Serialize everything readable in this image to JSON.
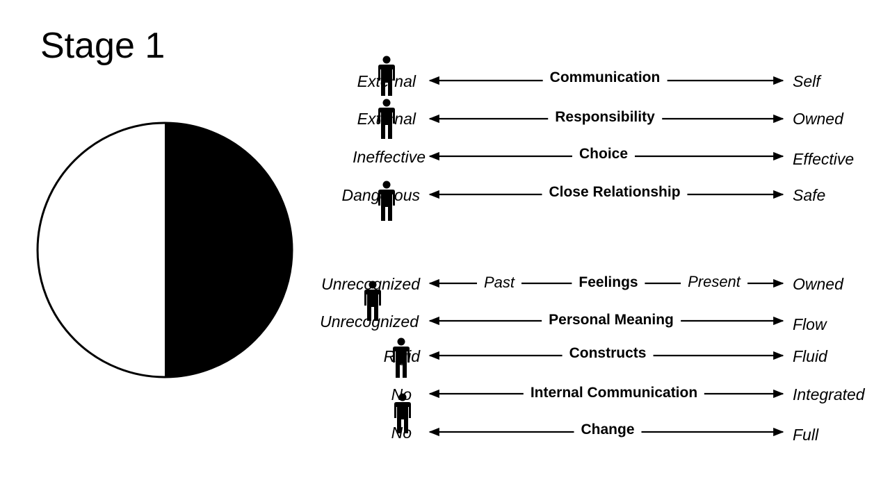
{
  "title": "Stage 1",
  "colors": {
    "fill": "#000000",
    "background": "#ffffff"
  },
  "scales": [
    {
      "left": "External",
      "center": "Communication",
      "right": "Self",
      "marker": "person-icon"
    },
    {
      "left": "External",
      "center": "Responsibility",
      "right": "Owned",
      "marker": "person-icon"
    },
    {
      "left": "Ineffective",
      "center": "Choice",
      "right": "Effective"
    },
    {
      "left": "Dangerous",
      "center": "Close Relationship",
      "right": "Safe",
      "marker": "person-icon"
    },
    {
      "left": "Unrecognized",
      "center": "Feelings",
      "right": "Owned",
      "mid_left": "Past",
      "mid_right": "Present",
      "marker": "person-icon"
    },
    {
      "left": "Unrecognized",
      "center": "Personal Meaning",
      "right": "Flow"
    },
    {
      "left": "Rigid",
      "center": "Constructs",
      "right": "Fluid",
      "marker": "person-icon"
    },
    {
      "left": "No",
      "center": "Internal Communication",
      "right": "Integrated"
    },
    {
      "left": "No",
      "center": "Change",
      "right": "Full",
      "marker": "person-icon"
    }
  ]
}
